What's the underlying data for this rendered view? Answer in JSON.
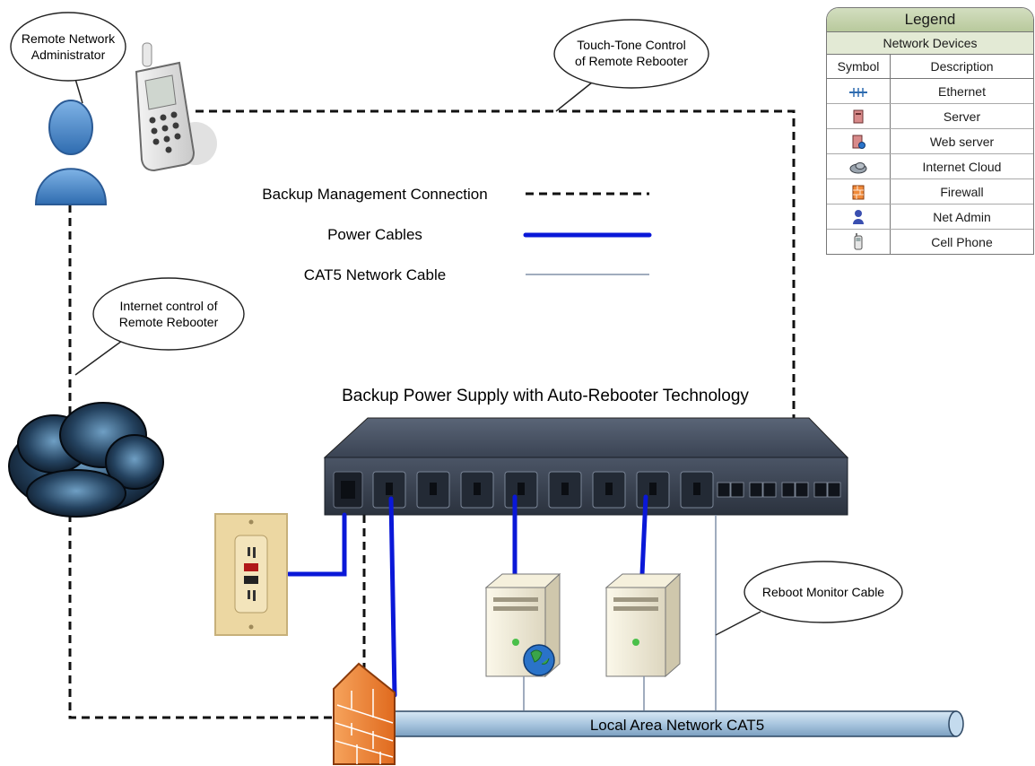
{
  "callouts": {
    "remote_admin": [
      "Remote Network",
      "Administrator"
    ],
    "touch_tone": [
      "Touch-Tone Control",
      "of Remote Rebooter"
    ],
    "internet_control": [
      "Internet control of",
      "Remote Rebooter"
    ],
    "reboot_monitor": "Reboot Monitor Cable"
  },
  "line_key": {
    "backup": "Backup Management Connection",
    "power": "Power Cables",
    "cat5": "CAT5 Network Cable"
  },
  "device_title": "Backup Power Supply with Auto-Rebooter Technology",
  "lan_label": "Local Area Network CAT5",
  "legend": {
    "title": "Legend",
    "subtitle": "Network Devices",
    "col_symbol": "Symbol",
    "col_description": "Description",
    "rows": [
      {
        "icon": "ethernet-icon",
        "label": "Ethernet"
      },
      {
        "icon": "server-icon",
        "label": "Server"
      },
      {
        "icon": "web-server-icon",
        "label": "Web server"
      },
      {
        "icon": "internet-cloud-icon",
        "label": "Internet Cloud"
      },
      {
        "icon": "firewall-icon",
        "label": "Firewall"
      },
      {
        "icon": "net-admin-icon",
        "label": "Net Admin"
      },
      {
        "icon": "cell-phone-icon",
        "label": "Cell Phone"
      }
    ]
  },
  "colors": {
    "power_cable": "#0a18d8",
    "backup_line": "#111111",
    "cat5_line": "#8090a8",
    "lan_pipe": "#a9c6df",
    "device_body": "#3c4656",
    "firewall": "#f08a3a",
    "admin_figure": "#4a86c8",
    "outlet_plate": "#ecd7a2"
  }
}
